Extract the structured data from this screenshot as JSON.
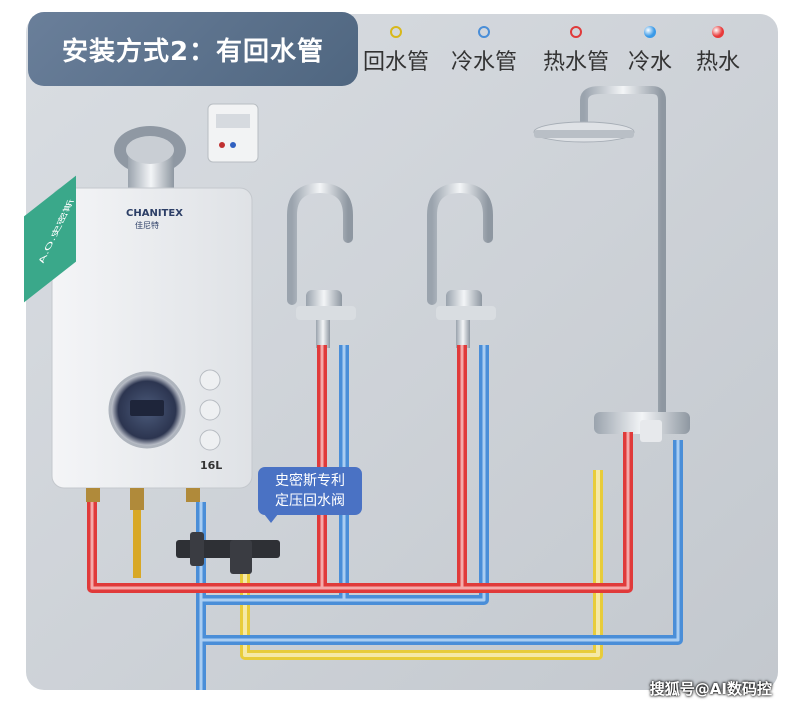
{
  "title": "安装方式2：有回水管",
  "legend": [
    {
      "label": "回水管",
      "color": "#d8b81a",
      "style": "ring"
    },
    {
      "label": "冷水管",
      "color": "#4a8ed8",
      "style": "ring"
    },
    {
      "label": "热水管",
      "color": "#e03a3a",
      "style": "ring"
    },
    {
      "label": "冷水",
      "color": "#3a9ae8",
      "style": "dot"
    },
    {
      "label": "热水",
      "color": "#e83a3a",
      "style": "dot"
    }
  ],
  "heater": {
    "brand": "CHANITEX",
    "brand_cn": "佳尼特",
    "capacity": "16L",
    "badge": "A.O.史密斯"
  },
  "callout": {
    "line1": "史密斯专利",
    "line2": "定压回水阀"
  },
  "watermark": "搜狐号@AI数码控",
  "colors": {
    "hot": "#e03a3a",
    "cold": "#4a8ed8",
    "return": "#e8cc3a"
  }
}
